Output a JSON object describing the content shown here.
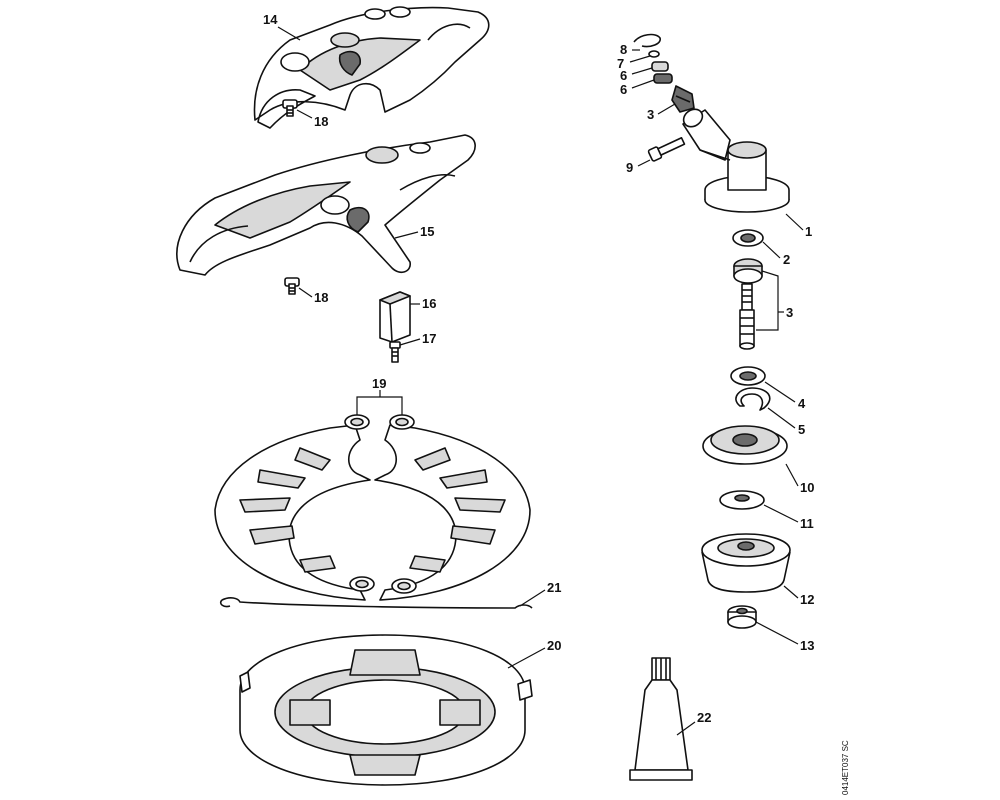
{
  "callouts": {
    "c1": "1",
    "c2": "2",
    "c3a": "3",
    "c3b": "3",
    "c4": "4",
    "c5": "5",
    "c6a": "6",
    "c6b": "6",
    "c7": "7",
    "c8": "8",
    "c9": "9",
    "c10": "10",
    "c11": "11",
    "c12": "12",
    "c13": "13",
    "c14": "14",
    "c15": "15",
    "c16": "16",
    "c17": "17",
    "c18a": "18",
    "c18b": "18",
    "c19": "19",
    "c20": "20",
    "c21": "21",
    "c22": "22"
  },
  "reference_code": "0414ET037 SC"
}
